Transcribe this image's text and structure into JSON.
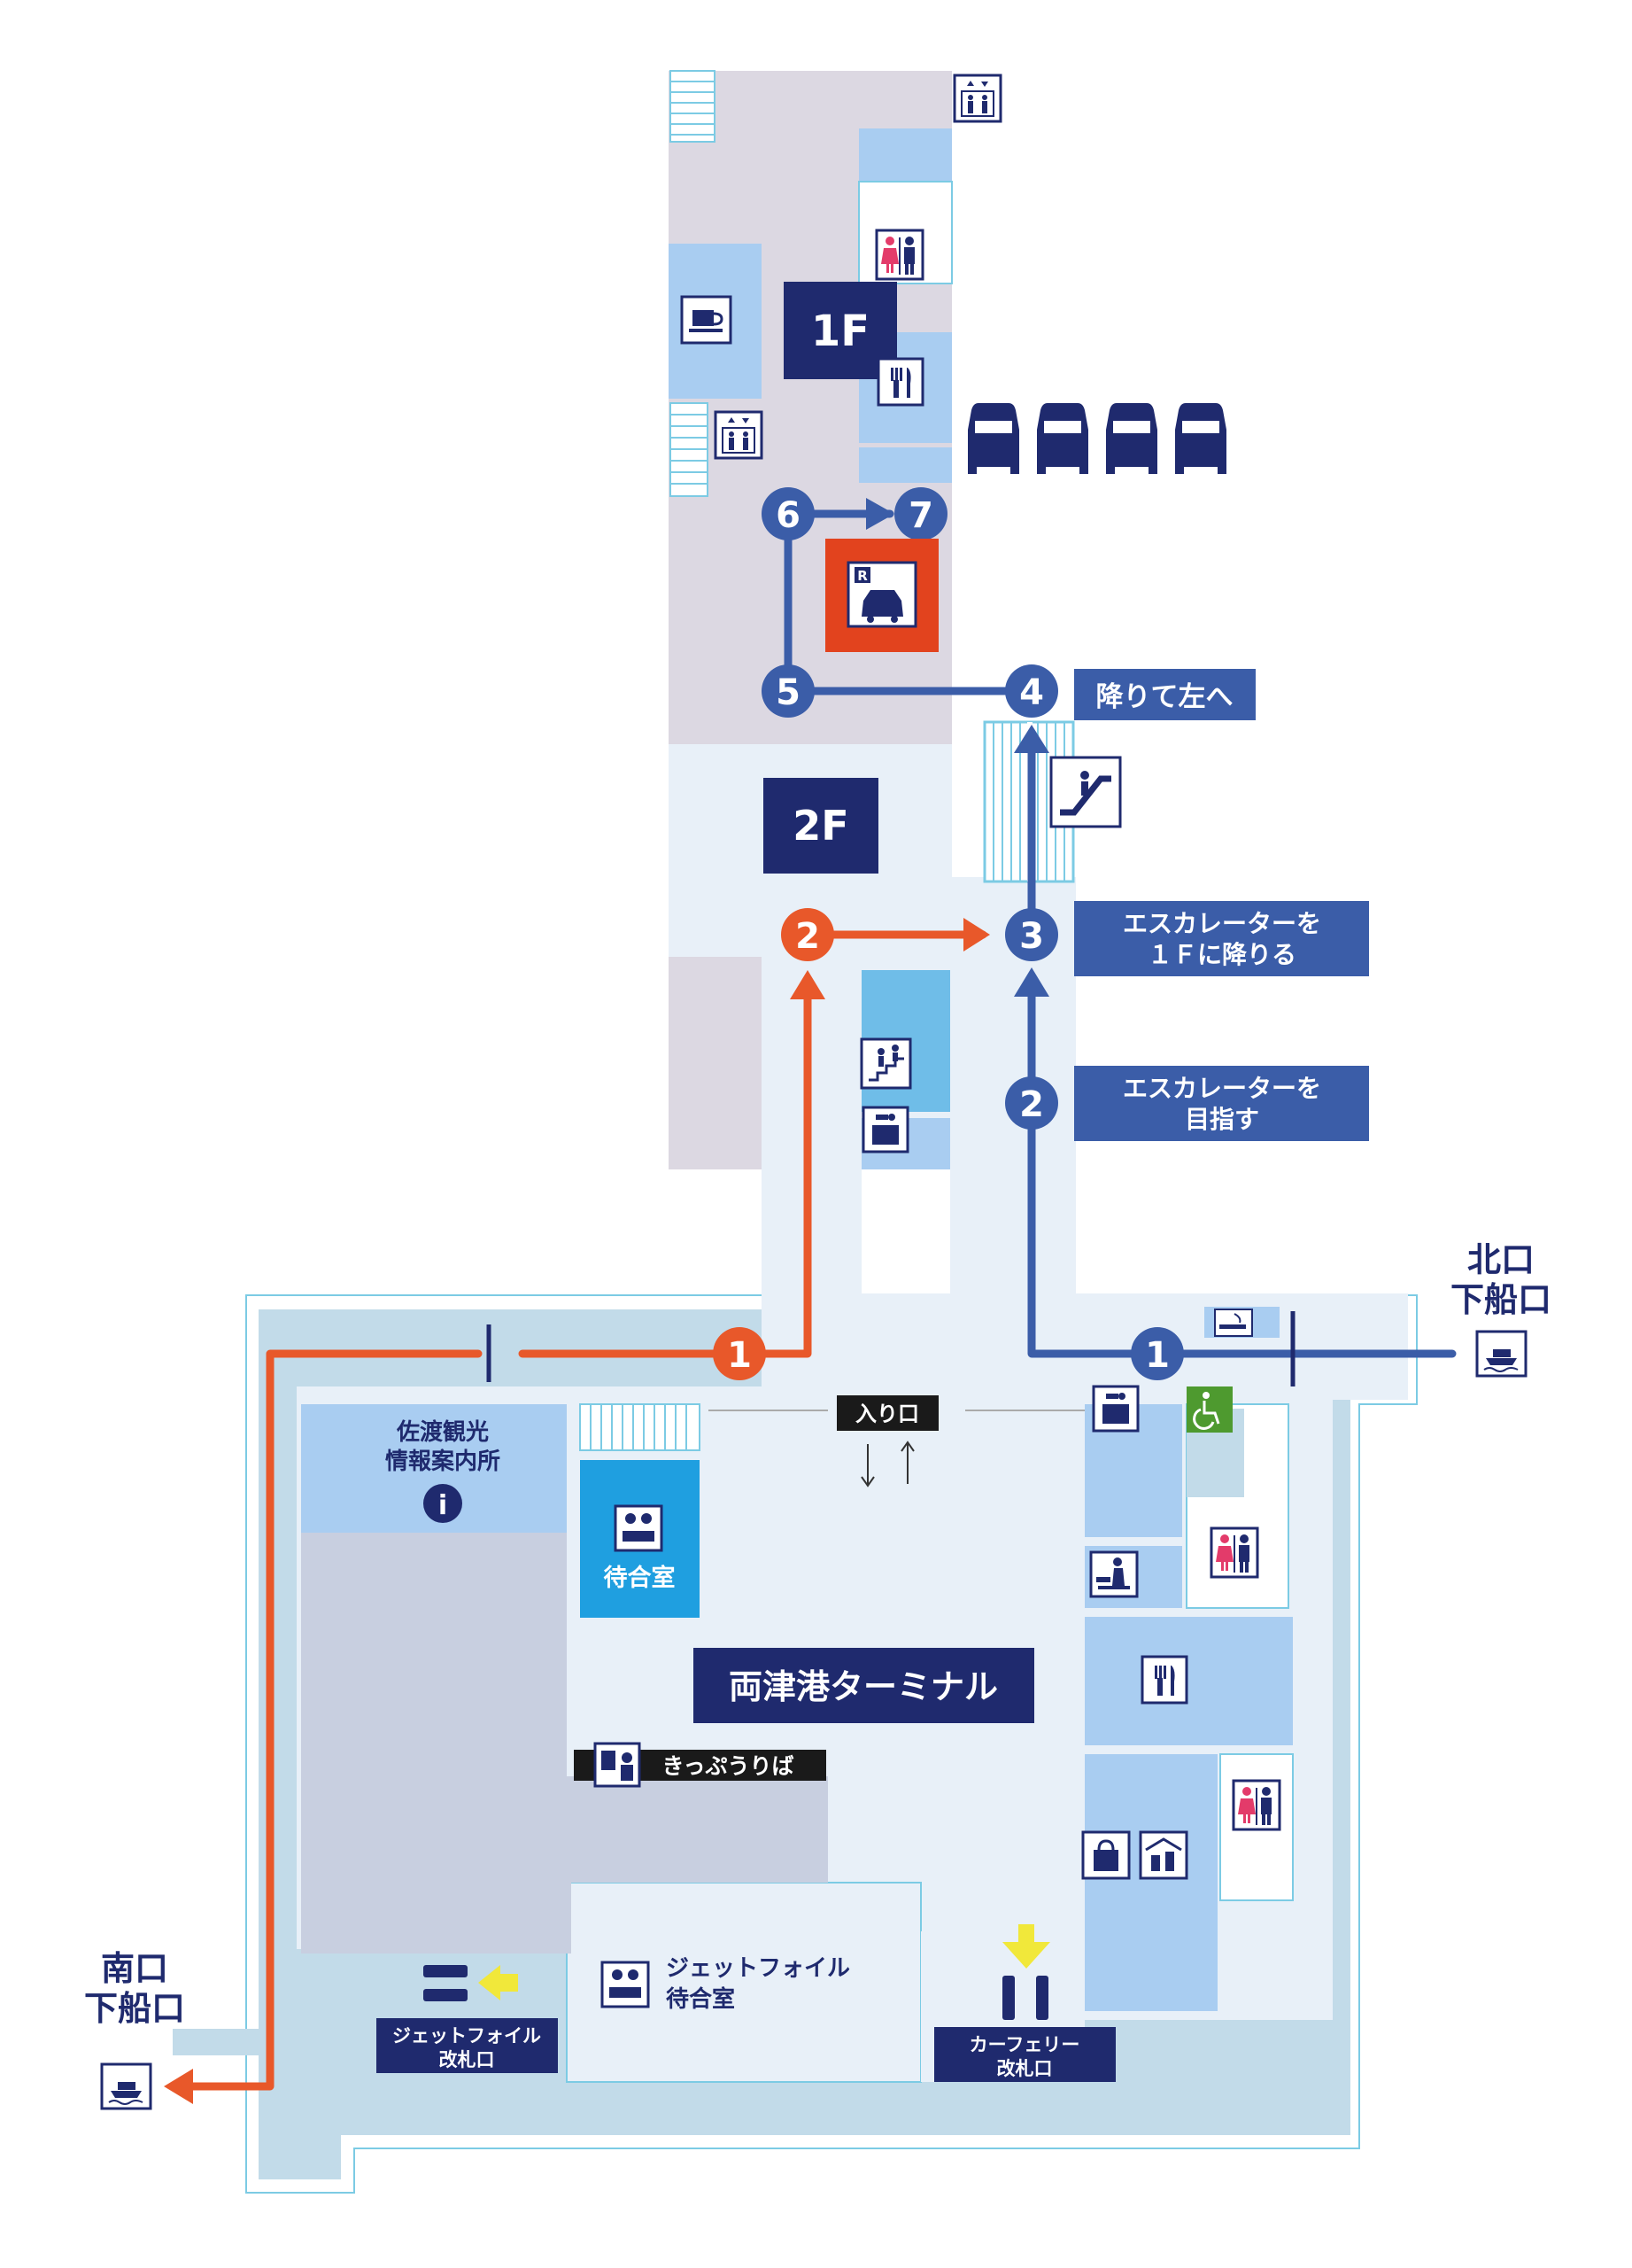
{
  "floors": {
    "first": "1F",
    "second": "2F"
  },
  "steps": {
    "blue": [
      "1",
      "2",
      "3",
      "4",
      "5",
      "6",
      "7"
    ],
    "orange": [
      "1",
      "2"
    ]
  },
  "callouts": {
    "descend_left": "降りて左へ",
    "escalator_down_line1": "エスカレーターを",
    "escalator_down_line2": "１Ｆに降りる",
    "head_escalator_line1": "エスカレーターを",
    "head_escalator_line2": "目指す"
  },
  "exits": {
    "north_line1": "北口",
    "north_line2": "下船口",
    "south_line1": "南口",
    "south_line2": "下船口"
  },
  "labels": {
    "entrance": "入り口",
    "tourism_line1": "佐渡観光",
    "tourism_line2": "情報案内所",
    "waiting_room": "待合室",
    "terminal_name": "両津港ターミナル",
    "ticket_counter": "きっぷうりば",
    "jetfoil_waiting_line1": "ジェットフォイル",
    "jetfoil_waiting_line2": "待合室",
    "jetfoil_gate_line1": "ジェットフォイル",
    "jetfoil_gate_line2": "改札口",
    "ferry_gate_line1": "カーフェリー",
    "ferry_gate_line2": "改札口",
    "info_symbol": "i",
    "rental_symbol": "R"
  },
  "icons": [
    "elevator-icon",
    "restroom-icon",
    "cafe-icon",
    "restaurant-icon",
    "car-icon",
    "rental-car-icon",
    "escalator-icon",
    "stairs-icon",
    "locker-icon",
    "smoking-area-icon",
    "wheelchair-icon",
    "baby-care-icon",
    "souvenir-shop-icon",
    "convenience-store-icon",
    "ticket-machine-icon",
    "ship-icon",
    "arrow-icon"
  ],
  "colors": {
    "navy": "#1f2a6e",
    "route_blue": "#3b5da8",
    "route_orange": "#e8582a",
    "rental_red": "#e2431e",
    "light_blue_room": "#a9cdf1",
    "floor_outer": "#c2dbe9",
    "corridor": "#e8f0f8",
    "gray_area": "#dcd8e2",
    "waiting_cyan": "#1f9fe0",
    "ticket_dark": "#222222",
    "green_wheelchair": "#4e9a2f",
    "yellow_arrow": "#f1e83a"
  }
}
